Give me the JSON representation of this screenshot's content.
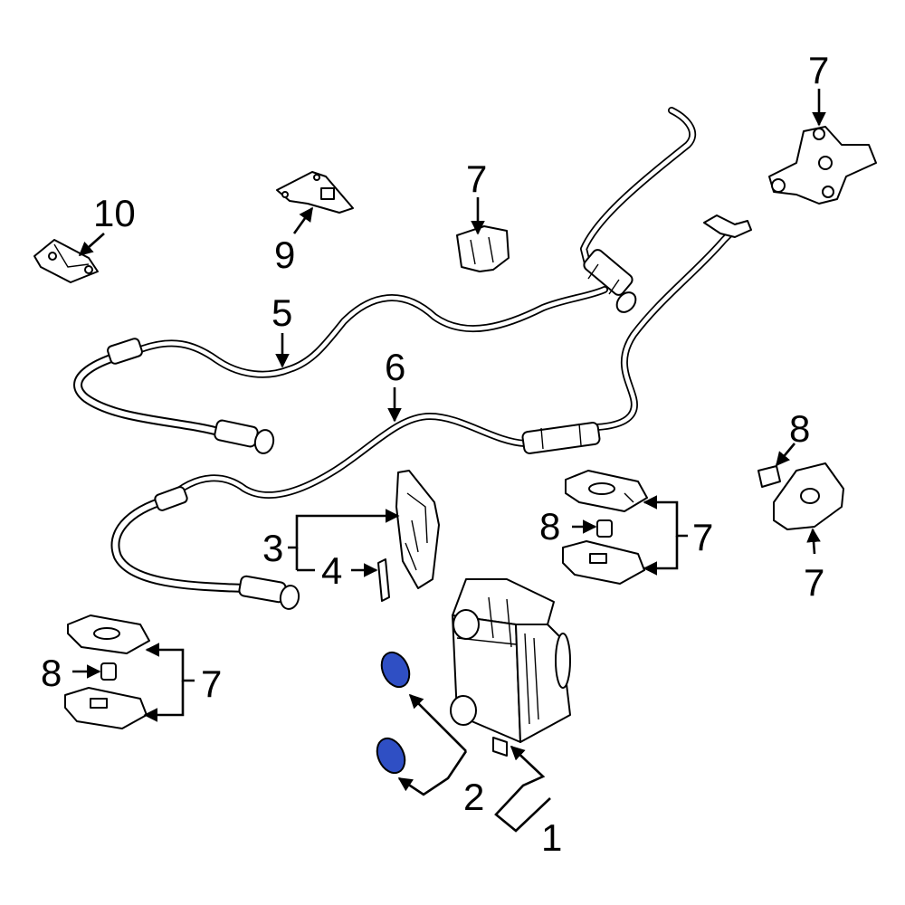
{
  "diagram": {
    "accent_color": "#2f4fc4",
    "callouts": {
      "c1": "1",
      "c2": "2",
      "c3": "3",
      "c4": "4",
      "c5": "5",
      "c6": "6",
      "c7_top_right": "7",
      "c7_clip_top": "7",
      "c7_right_group": "7",
      "c7_right_bracket": "7",
      "c7_left_group": "7",
      "c8_right_bracket": "8",
      "c8_right_group": "8",
      "c8_left_group": "8",
      "c9": "9",
      "c10": "10"
    }
  }
}
